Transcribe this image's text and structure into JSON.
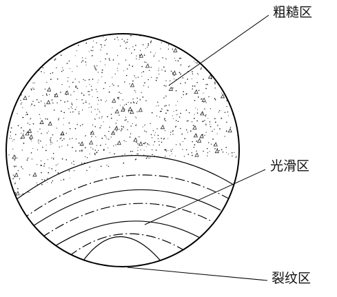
{
  "labels": {
    "rough": "粗糙区",
    "smooth": "光滑区",
    "crack": "裂纹区"
  },
  "colors": {
    "stroke": "#000000",
    "background": "#ffffff",
    "stipple": "#222222"
  }
}
